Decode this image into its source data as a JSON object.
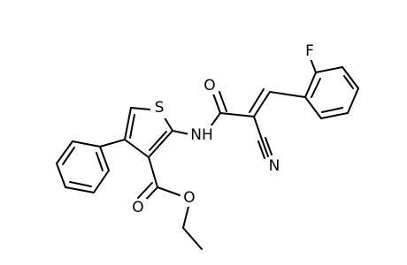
{
  "diagram": {
    "type": "chemical-structure",
    "atom_labels": {
      "fluorine": "F",
      "sulfur": "S",
      "amide_oxygen": "O",
      "amine": "NH",
      "nitrile_nitrogen": "N",
      "ester_carbonyl_oxygen": "O",
      "ester_ether_oxygen": "O"
    }
  }
}
